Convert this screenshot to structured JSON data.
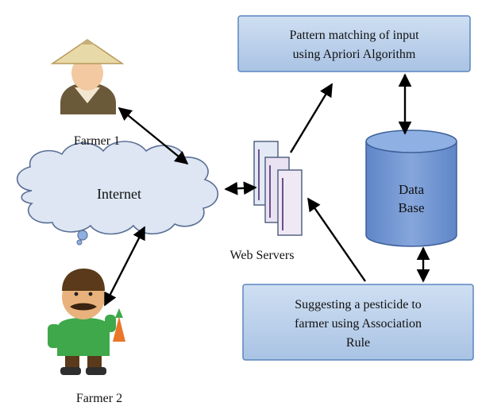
{
  "nodes": {
    "farmer1": {
      "label": "Farmer 1"
    },
    "farmer2": {
      "label": "Farmer 2"
    },
    "internet": {
      "label": "Internet"
    },
    "web_servers": {
      "label": "Web Servers"
    },
    "pattern_box": {
      "line1": "Pattern matching of input",
      "line2": "using Apriori Algorithm"
    },
    "database": {
      "line1": "Data",
      "line2": "Base"
    },
    "suggest_box": {
      "line1": "Suggesting a pesticide to",
      "line2": "farmer using Association",
      "line3": "Rule"
    }
  },
  "edges": [
    {
      "from": "farmer1",
      "to": "internet",
      "direction": "both"
    },
    {
      "from": "farmer2",
      "to": "internet",
      "direction": "both"
    },
    {
      "from": "internet",
      "to": "web_servers",
      "direction": "both"
    },
    {
      "from": "web_servers",
      "to": "pattern_box",
      "direction": "forward"
    },
    {
      "from": "pattern_box",
      "to": "database",
      "direction": "both"
    },
    {
      "from": "database",
      "to": "suggest_box",
      "direction": "both"
    },
    {
      "from": "suggest_box",
      "to": "web_servers",
      "direction": "forward"
    }
  ],
  "colors": {
    "box_fill": "#b9cfe8",
    "box_stroke": "#5b86bf",
    "db_fill": "#6f93cf",
    "cloud_fill": "#dde6f2",
    "server_fill": "#e9e2f2",
    "arrow": "#000000"
  }
}
